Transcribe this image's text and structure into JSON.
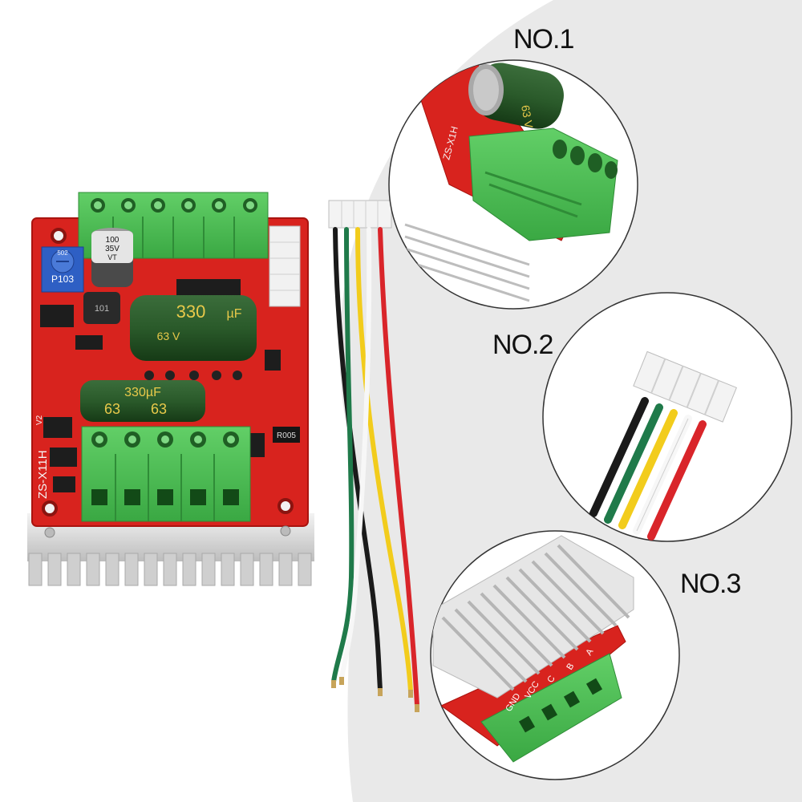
{
  "labels": {
    "no1": "NO.1",
    "no2": "NO.2",
    "no3": "NO.3"
  },
  "board": {
    "model_text": "ZS-X11H",
    "version_text": "V2",
    "pot_text": "P103",
    "pot_text_2": "502",
    "inductor_text": "101",
    "small_cap_value": "100",
    "small_cap_voltage": "35V",
    "small_cap_series": "VT",
    "big_cap_value": "330",
    "big_cap_unit": "µF",
    "big_cap_voltage": "63 V",
    "big_cap_value_2": "330µF",
    "big_cap_voltage_2": "63",
    "shunt_text": "R005"
  },
  "detail_no1": {
    "cap_text": "63 V",
    "board_text": "ZS-X1H"
  },
  "detail_no3": {
    "pin_labels": [
      "GND",
      "VCC",
      "C",
      "B",
      "A"
    ]
  },
  "wire_colors": [
    "#1a1a1a",
    "#1f7a4a",
    "#f2cc1c",
    "#f7f7f7",
    "#d9252a"
  ],
  "colors": {
    "pcb": "#d8231e",
    "terminal": "#4cbf54",
    "heatsink": "#d9d9d9",
    "backdrop": "#e9e9e9"
  }
}
